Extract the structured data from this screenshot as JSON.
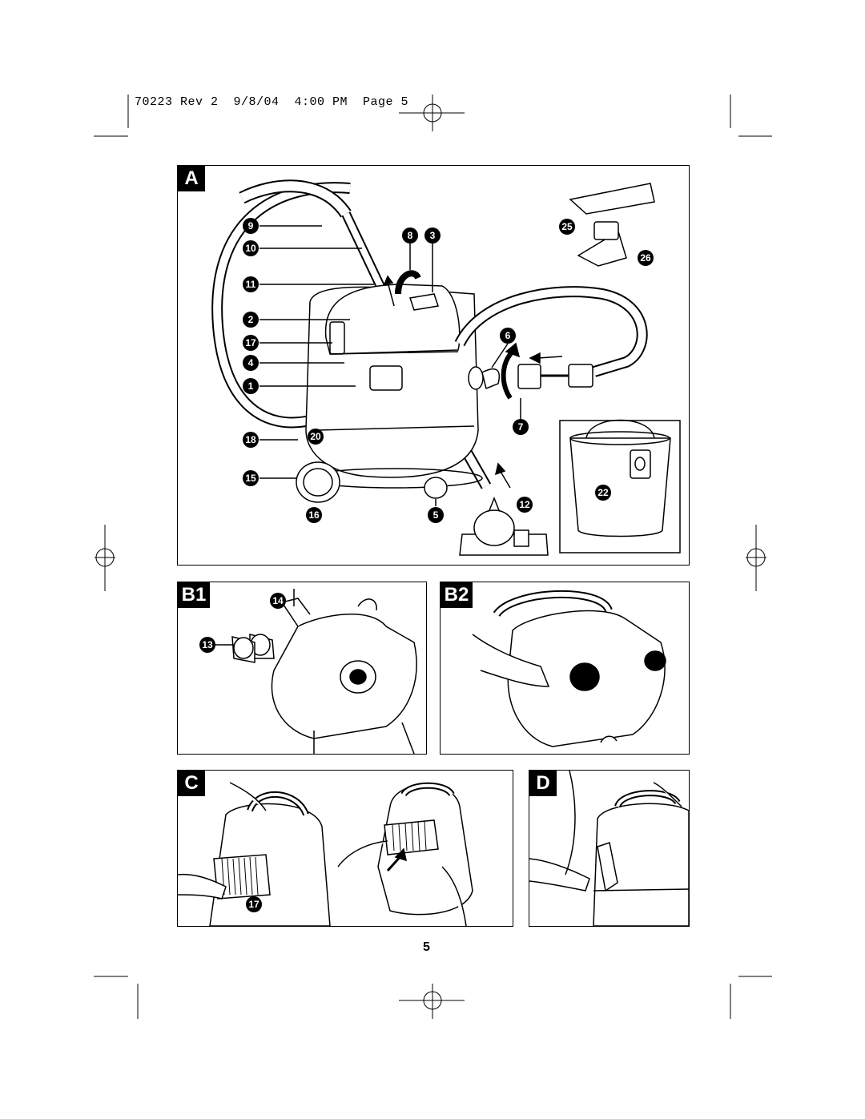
{
  "header_line": "70223 Rev 2  9/8/04  4:00 PM  Page 5",
  "page_number": "5",
  "panels": {
    "a": {
      "tag": "A"
    },
    "b1": {
      "tag": "B1"
    },
    "b2": {
      "tag": "B2"
    },
    "c": {
      "tag": "C"
    },
    "d": {
      "tag": "D"
    }
  },
  "callouts_a": [
    "9",
    "10",
    "11",
    "2",
    "17",
    "4",
    "1",
    "18",
    "20",
    "15",
    "16",
    "5",
    "12",
    "8",
    "3",
    "6",
    "7",
    "25",
    "26",
    "22"
  ],
  "callouts_b1": [
    "14",
    "13"
  ],
  "callouts_c": [
    "17"
  ]
}
